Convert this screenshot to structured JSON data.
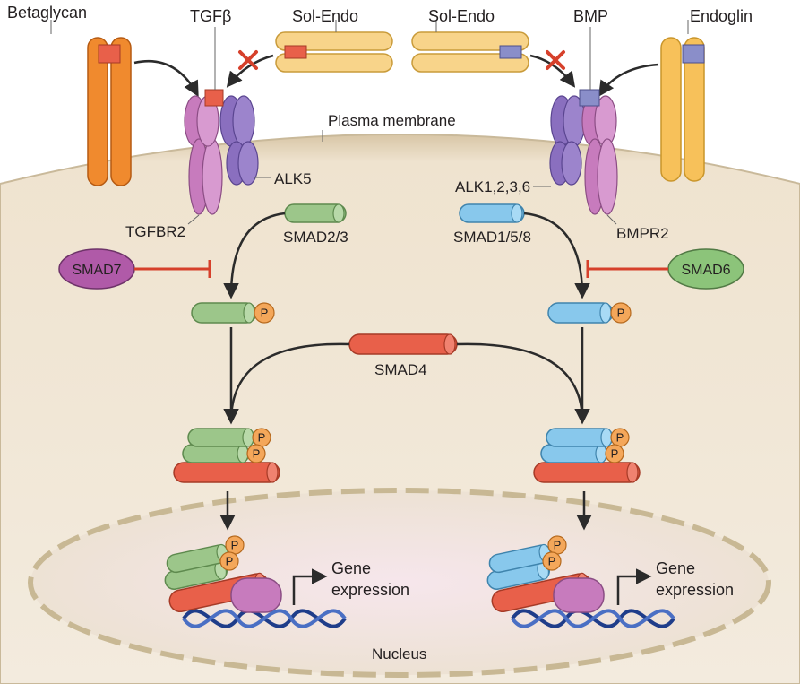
{
  "labels": {
    "betaglycan": "Betaglycan",
    "tgfb": "TGFβ",
    "sol_endo_left": "Sol-Endo",
    "sol_endo_right": "Sol-Endo",
    "bmp": "BMP",
    "endoglin": "Endoglin",
    "plasma_membrane": "Plasma membrane",
    "alk5": "ALK5",
    "alk1236": "ALK1,2,3,6",
    "tgfbr2": "TGFBR2",
    "bmpr2": "BMPR2",
    "smad23": "SMAD2/3",
    "smad158": "SMAD1/5/8",
    "smad7": "SMAD7",
    "smad6": "SMAD6",
    "smad4": "SMAD4",
    "gene_expression_left_1": "Gene",
    "gene_expression_left_2": "expression",
    "gene_expression_right_1": "Gene",
    "gene_expression_right_2": "expression",
    "nucleus": "Nucleus",
    "phospho": "P"
  },
  "colors": {
    "membrane": "#efe3cf",
    "membrane_edge": "#c9b99a",
    "betaglycan": "#f08a2e",
    "endoglin": "#f7c15a",
    "sol_endo": "#f8d48a",
    "tgfbr2": "#c77bbd",
    "alk": "#8a6fbf",
    "smad23": "#9cc68a",
    "smad158": "#88c8ec",
    "smad4": "#e8604a",
    "smad7": "#b05aa8",
    "smad6": "#8cc47a",
    "phospho": "#f4a75a",
    "inhibit": "#d6402b",
    "dna": "#1f3d8a",
    "nucleus": "#efe6d8"
  }
}
